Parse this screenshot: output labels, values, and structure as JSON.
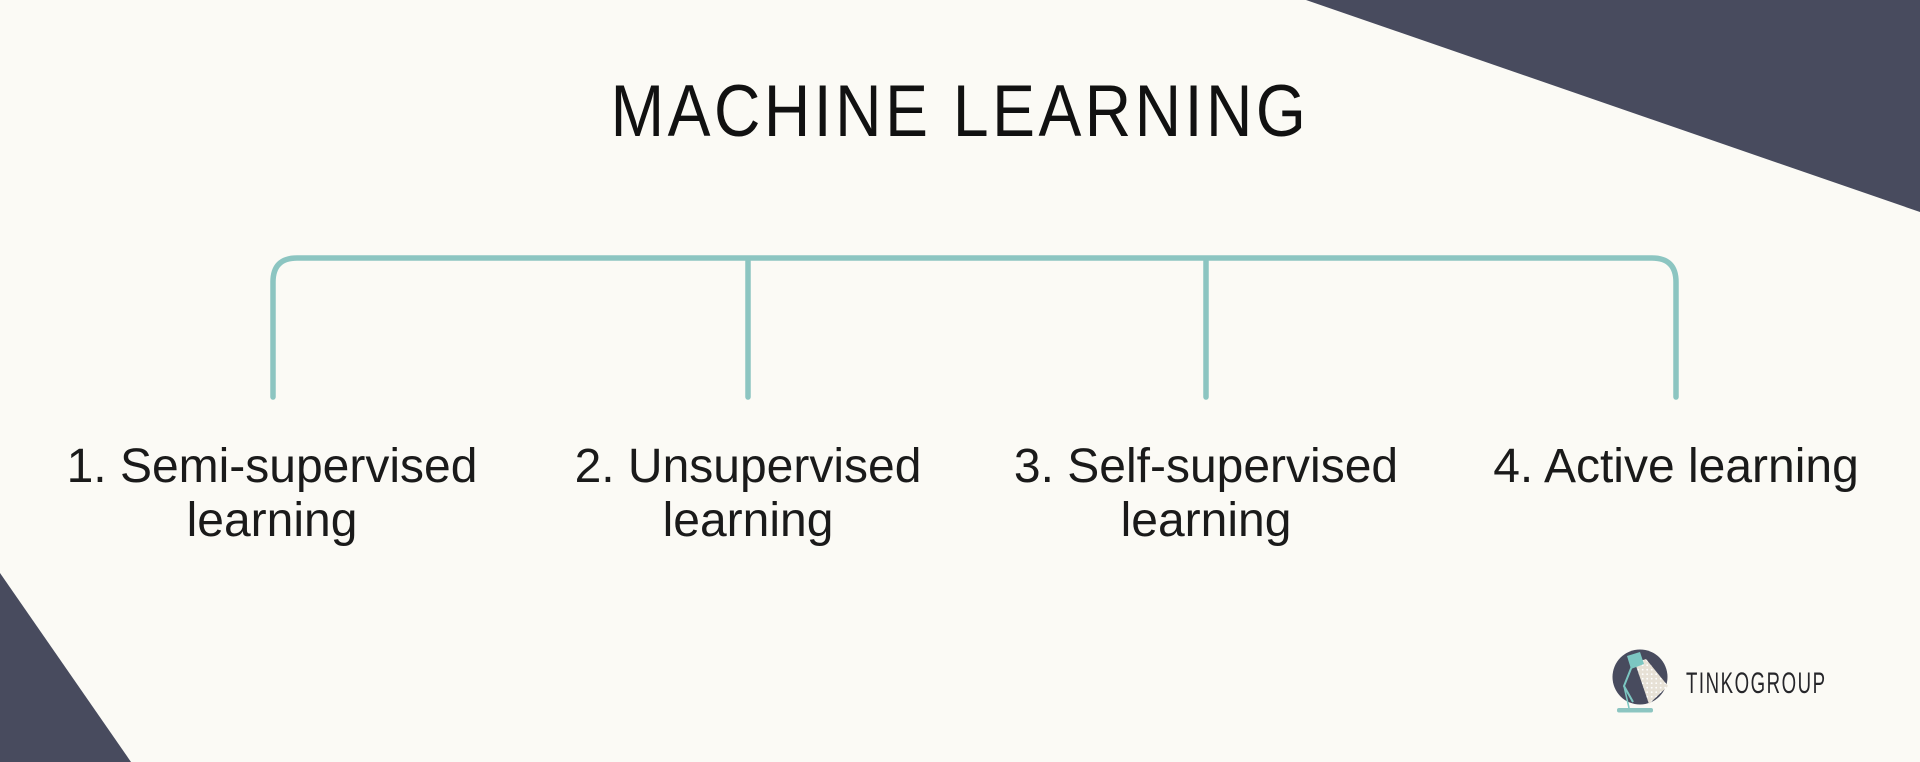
{
  "title": "MACHINE LEARNING",
  "branches": [
    {
      "lines": [
        "1. Semi-supervised",
        "learning"
      ]
    },
    {
      "lines": [
        "2. Unsupervised",
        "learning"
      ]
    },
    {
      "lines": [
        "3. Self-supervised",
        "learning"
      ]
    },
    {
      "lines": [
        "4. Active learning"
      ]
    }
  ],
  "logo": {
    "text": "TINKOGROUP"
  },
  "colors": {
    "background": "#fbfaf5",
    "accent_teal": "#8cc5c1",
    "corner_navy": "#484b5e",
    "text": "#161616",
    "beam": "#e7e1d6"
  }
}
